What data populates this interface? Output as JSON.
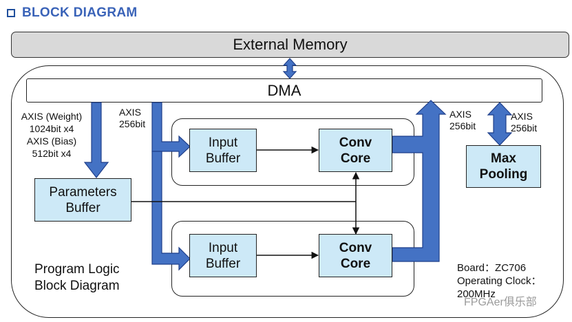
{
  "header": {
    "title": "BLOCK DIAGRAM"
  },
  "diagram": {
    "external_memory": "External Memory",
    "dma": "DMA",
    "axis_weight_bias": "AXIS (Weight)\n1024bit x4\nAXIS (Bias)\n512bit x4",
    "axis_input": "AXIS\n256bit",
    "axis_output": "AXIS\n256bit",
    "axis_pool": "AXIS\n256bit",
    "parameters_buffer": "Parameters\nBuffer",
    "input_buffer_1": "Input\nBuffer",
    "input_buffer_2": "Input\nBuffer",
    "conv_core_1": "Conv\nCore",
    "conv_core_2": "Conv\nCore",
    "max_pooling": "Max\nPooling",
    "program_logic": "Program Logic\nBlock Diagram",
    "board_info": "Board：ZC706\nOperating Clock：\n200MHz",
    "watermark": "FPGAer俱乐部"
  },
  "colors": {
    "arrow_fill": "#4472c4",
    "arrow_stroke": "#1f3f8a",
    "block_fill": "#cde9f7",
    "memory_fill": "#d9d9d9",
    "header_text": "#3a63b8"
  }
}
